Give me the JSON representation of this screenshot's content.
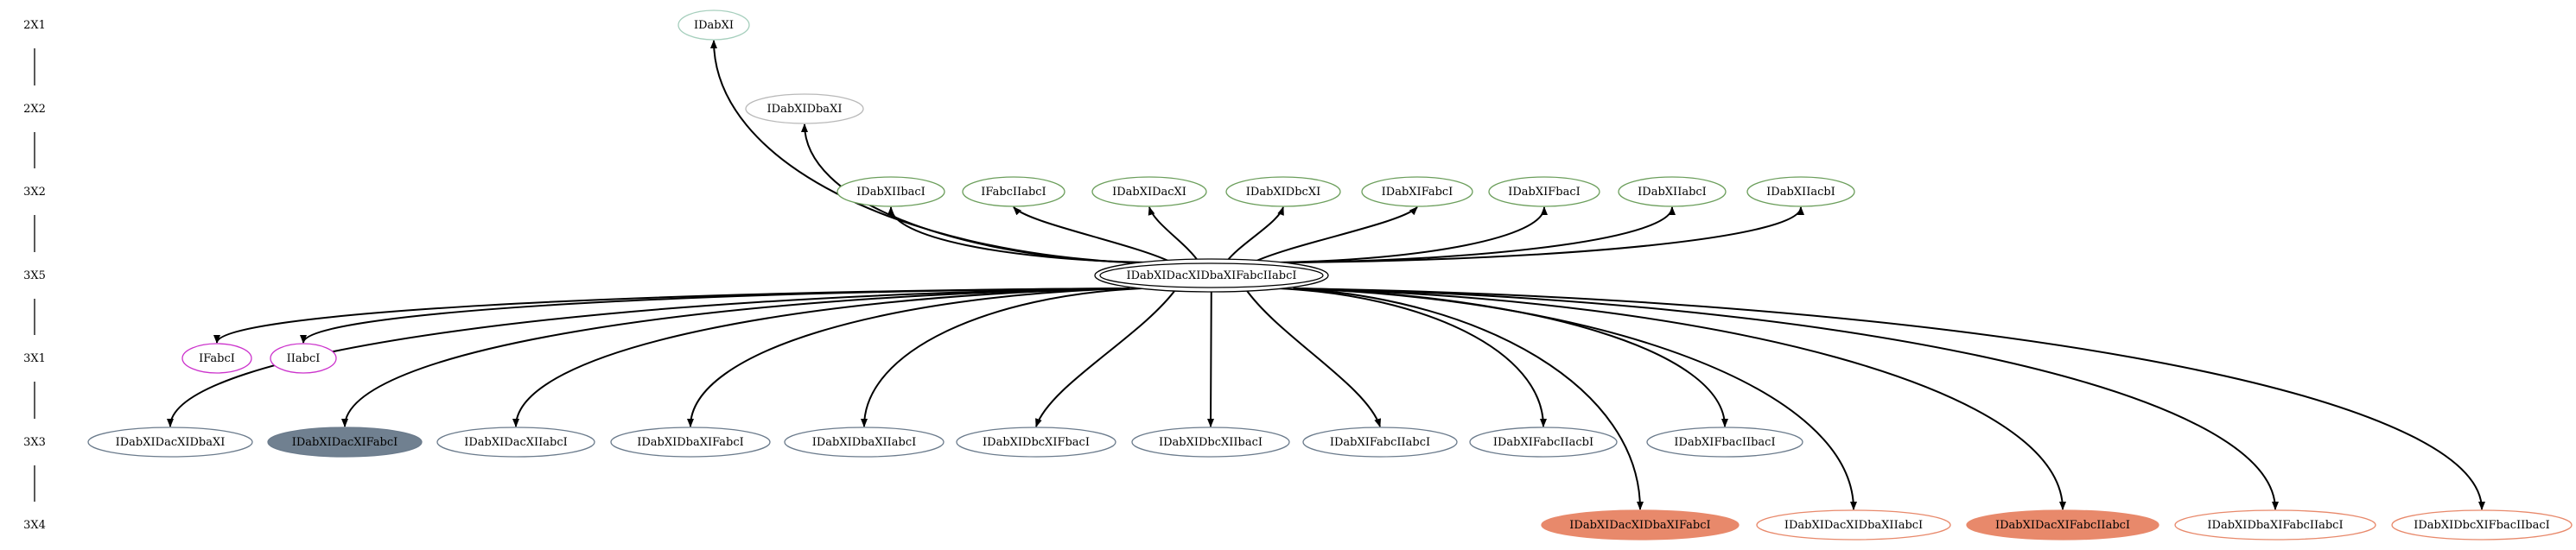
{
  "ranks": [
    {
      "label": "2X1"
    },
    {
      "label": "2X2"
    },
    {
      "label": "3X2"
    },
    {
      "label": "3X5"
    },
    {
      "label": "3X1"
    },
    {
      "label": "3X3"
    },
    {
      "label": "3X4"
    }
  ],
  "center": {
    "id": "c",
    "label": "IDabXIDacXIDbaXIFabcIIabcI",
    "rank": 3,
    "stroke": "#000000",
    "fill": "none",
    "double": true
  },
  "nodes": [
    {
      "id": "n1",
      "label": "IDabXI",
      "rank": 0,
      "stroke": "#a6cfbd",
      "fill": "none"
    },
    {
      "id": "n2",
      "label": "IDabXIDbaXI",
      "rank": 1,
      "stroke": "#b9b9b9",
      "fill": "none"
    },
    {
      "id": "n3",
      "label": "IDabXIIbacI",
      "rank": 2,
      "stroke": "#6b9e5b",
      "fill": "none"
    },
    {
      "id": "n4",
      "label": "IFabcIIabcI",
      "rank": 2,
      "stroke": "#6b9e5b",
      "fill": "none"
    },
    {
      "id": "n5",
      "label": "IDabXIDacXI",
      "rank": 2,
      "stroke": "#6b9e5b",
      "fill": "none"
    },
    {
      "id": "n6",
      "label": "IDabXIDbcXI",
      "rank": 2,
      "stroke": "#6b9e5b",
      "fill": "none"
    },
    {
      "id": "n7",
      "label": "IDabXIFabcI",
      "rank": 2,
      "stroke": "#6b9e5b",
      "fill": "none"
    },
    {
      "id": "n8",
      "label": "IDabXIFbacI",
      "rank": 2,
      "stroke": "#6b9e5b",
      "fill": "none"
    },
    {
      "id": "n9",
      "label": "IDabXIIabcI",
      "rank": 2,
      "stroke": "#6b9e5b",
      "fill": "none"
    },
    {
      "id": "n10",
      "label": "IDabXIIacbI",
      "rank": 2,
      "stroke": "#6b9e5b",
      "fill": "none"
    },
    {
      "id": "n11",
      "label": "IFabcI",
      "rank": 4,
      "stroke": "#cc33cc",
      "fill": "none"
    },
    {
      "id": "n12",
      "label": "IIabcI",
      "rank": 4,
      "stroke": "#cc33cc",
      "fill": "none"
    },
    {
      "id": "n13",
      "label": "IDabXIDacXIDbaXI",
      "rank": 5,
      "stroke": "#6b7b8c",
      "fill": "none"
    },
    {
      "id": "n14",
      "label": "IDabXIDacXIFabcI",
      "rank": 5,
      "stroke": "#6b7b8c",
      "fill": "#708090"
    },
    {
      "id": "n15",
      "label": "IDabXIDacXIIabcI",
      "rank": 5,
      "stroke": "#6b7b8c",
      "fill": "none"
    },
    {
      "id": "n16",
      "label": "IDabXIDbaXIFabcI",
      "rank": 5,
      "stroke": "#6b7b8c",
      "fill": "none"
    },
    {
      "id": "n17",
      "label": "IDabXIDbaXIIabcI",
      "rank": 5,
      "stroke": "#6b7b8c",
      "fill": "none"
    },
    {
      "id": "n18",
      "label": "IDabXIDbcXIFbacI",
      "rank": 5,
      "stroke": "#6b7b8c",
      "fill": "none"
    },
    {
      "id": "n19",
      "label": "IDabXIDbcXIIbacI",
      "rank": 5,
      "stroke": "#6b7b8c",
      "fill": "none"
    },
    {
      "id": "n20",
      "label": "IDabXIFabcIIabcI",
      "rank": 5,
      "stroke": "#6b7b8c",
      "fill": "none"
    },
    {
      "id": "n21",
      "label": "IDabXIFabcIIacbI",
      "rank": 5,
      "stroke": "#6b7b8c",
      "fill": "none"
    },
    {
      "id": "n22",
      "label": "IDabXIFbacIIbacI",
      "rank": 5,
      "stroke": "#6b7b8c",
      "fill": "none"
    },
    {
      "id": "n23",
      "label": "IDabXIDacXIDbaXIFabcI",
      "rank": 6,
      "stroke": "#e8896b",
      "fill": "#e8896b"
    },
    {
      "id": "n24",
      "label": "IDabXIDacXIDbaXIIabcI",
      "rank": 6,
      "stroke": "#e8896b",
      "fill": "none"
    },
    {
      "id": "n25",
      "label": "IDabXIDacXIFabcIIabcI",
      "rank": 6,
      "stroke": "#e8896b",
      "fill": "#e8896b"
    },
    {
      "id": "n26",
      "label": "IDabXIDbaXIFabcIIabcI",
      "rank": 6,
      "stroke": "#e8896b",
      "fill": "none"
    },
    {
      "id": "n27",
      "label": "IDabXIDbcXIFbacIIbacI",
      "rank": 6,
      "stroke": "#e8896b",
      "fill": "none"
    }
  ],
  "edges": [
    {
      "from": "c",
      "to": "n1"
    },
    {
      "from": "c",
      "to": "n2"
    },
    {
      "from": "c",
      "to": "n3"
    },
    {
      "from": "c",
      "to": "n4"
    },
    {
      "from": "c",
      "to": "n5"
    },
    {
      "from": "c",
      "to": "n6"
    },
    {
      "from": "c",
      "to": "n7"
    },
    {
      "from": "c",
      "to": "n8"
    },
    {
      "from": "c",
      "to": "n9"
    },
    {
      "from": "c",
      "to": "n10"
    },
    {
      "from": "c",
      "to": "n11"
    },
    {
      "from": "c",
      "to": "n12"
    },
    {
      "from": "c",
      "to": "n13"
    },
    {
      "from": "c",
      "to": "n14"
    },
    {
      "from": "c",
      "to": "n15"
    },
    {
      "from": "c",
      "to": "n16"
    },
    {
      "from": "c",
      "to": "n17"
    },
    {
      "from": "c",
      "to": "n18"
    },
    {
      "from": "c",
      "to": "n19"
    },
    {
      "from": "c",
      "to": "n20"
    },
    {
      "from": "c",
      "to": "n21"
    },
    {
      "from": "c",
      "to": "n22"
    },
    {
      "from": "c",
      "to": "n23"
    },
    {
      "from": "c",
      "to": "n24"
    },
    {
      "from": "c",
      "to": "n25"
    },
    {
      "from": "c",
      "to": "n26"
    },
    {
      "from": "c",
      "to": "n27"
    }
  ]
}
